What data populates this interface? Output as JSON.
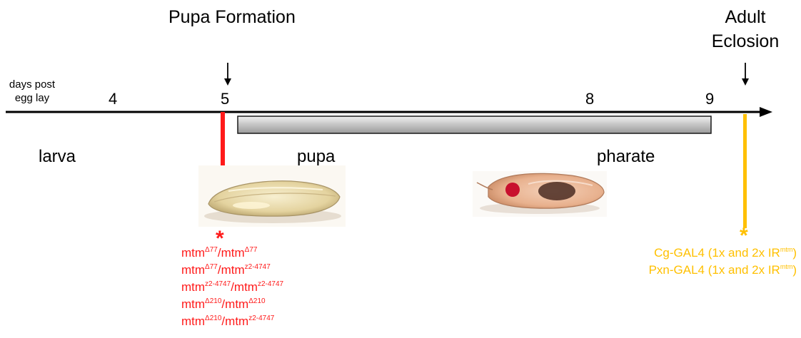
{
  "colors": {
    "lethal": "#ff1a1a",
    "rnai": "#ffc000",
    "axis": "#000000",
    "pupal_bar": "#d0d0d0"
  },
  "axis_label": "days post egg lay",
  "stage_markers": {
    "pupa_formation": "Pupa Formation",
    "adult_eclosion": "Adult Eclosion"
  },
  "day_ticks": [
    "4",
    "5",
    "8",
    "9"
  ],
  "phases": {
    "larva": "larva",
    "pupa": "pupa",
    "pharate": "pharate"
  },
  "lethal_marker": "*",
  "rnai_marker": "*",
  "lethal_genotypes": [
    {
      "a": "mtm",
      "a_sup": "Δ77",
      "sep": "/",
      "b": "mtm",
      "b_sup": "Δ77"
    },
    {
      "a": "mtm",
      "a_sup": "Δ77",
      "sep": "/",
      "b": "mtm",
      "b_sup": "z2-4747"
    },
    {
      "a": "mtm",
      "a_sup": "z2-4747",
      "sep": "/",
      "b": "mtm",
      "b_sup": "z2-4747"
    },
    {
      "a": "mtm",
      "a_sup": "Δ210",
      "sep": "/",
      "b": "mtm",
      "b_sup": "Δ210"
    },
    {
      "a": "mtm",
      "a_sup": "Δ210",
      "sep": "/",
      "b": "mtm",
      "b_sup": "z2-4747"
    }
  ],
  "rnai_genotypes": [
    {
      "text": "Cg-GAL4 (1x and 2x IR",
      "sup": "mtm",
      "close": ")"
    },
    {
      "text": "Pxn-GAL4 (1x and 2x IR",
      "sup": "mtm",
      "close": ")"
    }
  ]
}
